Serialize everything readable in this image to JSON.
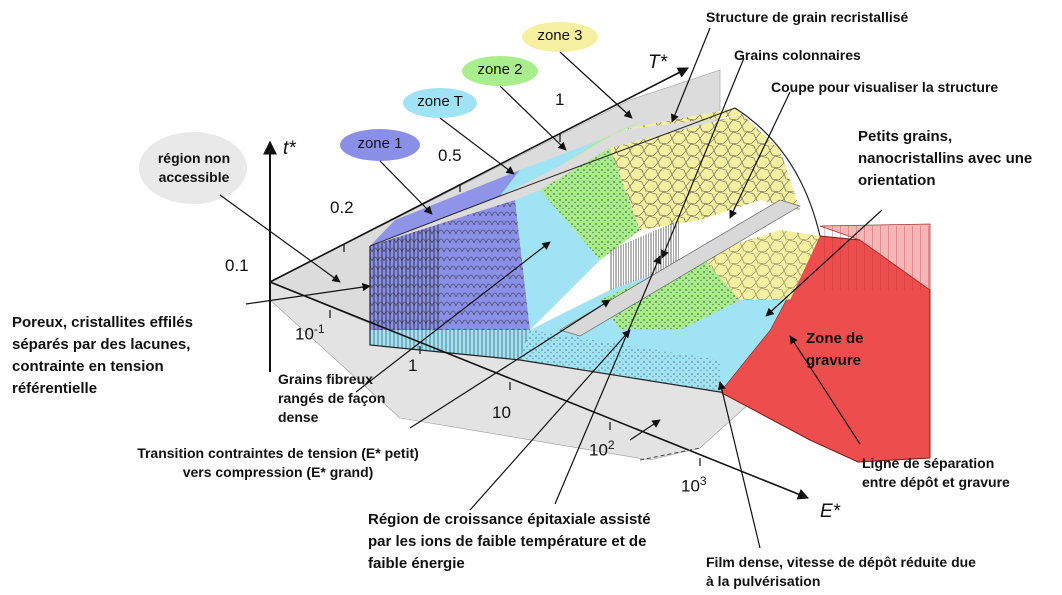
{
  "axes": {
    "t_star": "t*",
    "T_star": "T*",
    "E_star": "E*"
  },
  "ticks_T": [
    "0.1",
    "0.2",
    "0.5",
    "1"
  ],
  "ticks_E": [
    "10",
    "1",
    "10",
    "10",
    "10"
  ],
  "ticks_E_sup": [
    "-1",
    "",
    "",
    "2",
    "3"
  ],
  "zones": [
    "zone 1",
    "zone T",
    "zone 2",
    "zone 3"
  ],
  "labels": {
    "non_accessible": "région non accessible",
    "recristallise": "Structure de grain recristallisé",
    "colonnaires": "Grains colonnaires",
    "coupe": "Coupe pour visualiser la structure",
    "petits_grains": "Petits grains, nanocristallins avec une orientation",
    "poreux": "Poreux, cristallites effilés séparés par des lacunes, contrainte en tension référentielle",
    "fibreux": "Grains fibreux rangés de façon dense",
    "transition": "Transition contraintes de tension (E* petit) vers compression (E* grand)",
    "epitaxiale": "Région de croissance épitaxiale assisté par les ions de faible température et de faible énergie",
    "film_dense": "Film dense, vitesse de dépôt réduite due à la pulvérisation",
    "zone_gravure": "Zone de gravure",
    "ligne_separation": "Ligne de séparation entre dépôt et gravure"
  },
  "colors": {
    "zone1": "#8a8fe8",
    "zoneT": "#9fe3f5",
    "zone2": "#a8ee8a",
    "zone3": "#f5f0a0",
    "gravure": "#ee4d4d",
    "floor": "#dcdcdc",
    "gravure_label_bg": "#e9e9e9"
  }
}
